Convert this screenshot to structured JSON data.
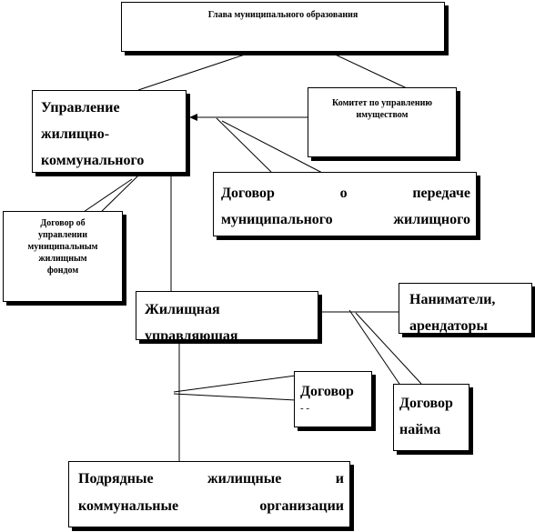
{
  "boxes": {
    "head": {
      "lines": [
        "Глава муниципального образования"
      ]
    },
    "uprav": {
      "lines": [
        "Управление",
        "жилищно-",
        "коммунального"
      ]
    },
    "komitet": {
      "lines": [
        "Комитет по управлению",
        "имуществом"
      ]
    },
    "dog_peredache": {
      "lines": [
        "Договор о передаче",
        "муниципального жилищного"
      ]
    },
    "dog_upravlenii": {
      "lines": [
        "Договор об",
        "управлении",
        "муниципальным",
        "жилищным",
        "фондом"
      ]
    },
    "zhil_upr": {
      "lines": [
        "Жилищная",
        "управляющая"
      ]
    },
    "nanimateli": {
      "lines": [
        "Наниматели,",
        "арендаторы"
      ]
    },
    "dogovor": {
      "lines": [
        "Договор",
        "- -"
      ]
    },
    "dog_naima": {
      "lines": [
        "Договор",
        "найма"
      ]
    },
    "podryadnye": {
      "lines": [
        "Подрядные жилищные и",
        "коммунальные организации"
      ]
    }
  }
}
